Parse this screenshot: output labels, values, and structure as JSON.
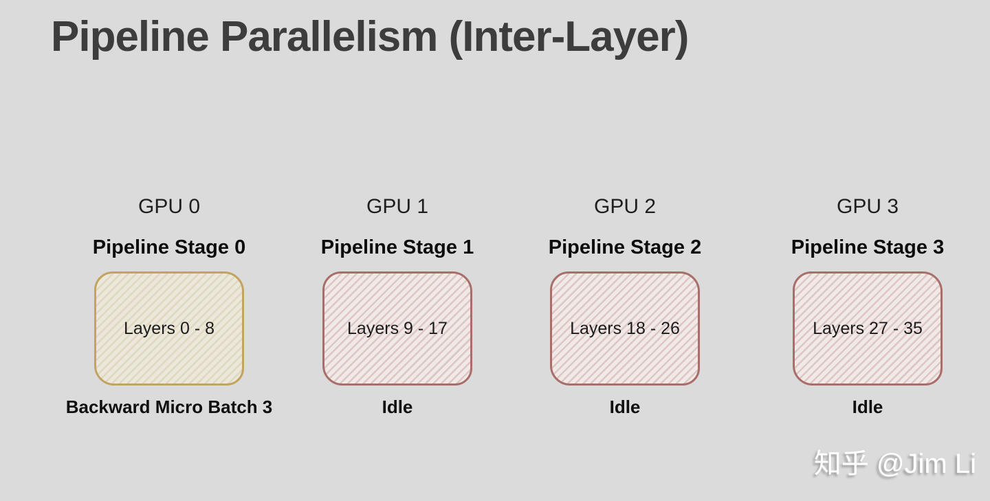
{
  "title": "Pipeline Parallelism (Inter-Layer)",
  "watermark": "知乎 @Jim Li",
  "colors": {
    "background": "#dbdbdb",
    "title_text": "#3d3d3d",
    "stage0_border": "#c2a45e",
    "stage0_fill": "#ebe7da",
    "idle_border": "#a96e69",
    "idle_fill": "#f0e9e7"
  },
  "columns": [
    {
      "gpu": "GPU 0",
      "stage": "Pipeline Stage 0",
      "layers": "Layers 0 - 8",
      "status": "Backward Micro Batch 3",
      "box_style": "gold"
    },
    {
      "gpu": "GPU 1",
      "stage": "Pipeline Stage 1",
      "layers": "Layers 9 - 17",
      "status": "Idle",
      "box_style": "red"
    },
    {
      "gpu": "GPU 2",
      "stage": "Pipeline Stage 2",
      "layers": "Layers 18 - 26",
      "status": "Idle",
      "box_style": "red"
    },
    {
      "gpu": "GPU 3",
      "stage": "Pipeline Stage 3",
      "layers": "Layers 27 - 35",
      "status": "Idle",
      "box_style": "red"
    }
  ]
}
